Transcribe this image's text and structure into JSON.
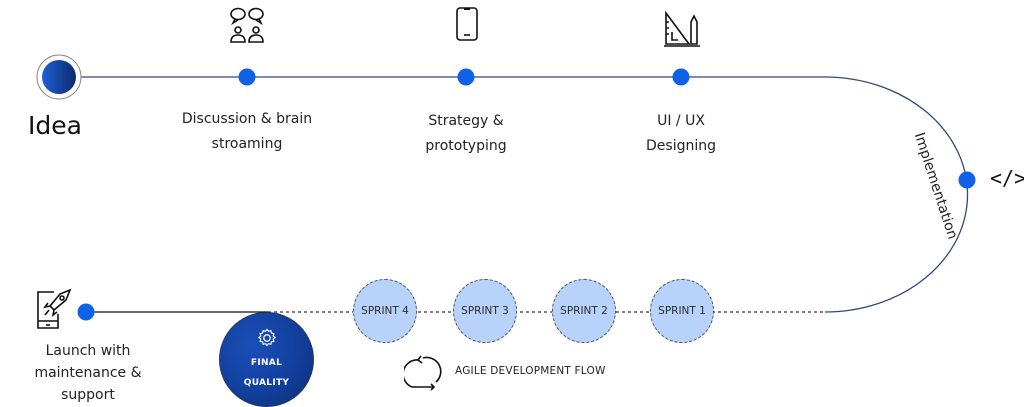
{
  "diagram": {
    "title": "App development process",
    "start": {
      "label": "Idea"
    },
    "stages": [
      {
        "id": "discussion",
        "icon": "discussion-people-icon",
        "line1": "Discussion & brain",
        "line2": "stroaming"
      },
      {
        "id": "strategy",
        "icon": "smartphone-icon",
        "line1": "Strategy &",
        "line2": "prototyping"
      },
      {
        "id": "design",
        "icon": "ruler-pencil-icon",
        "line1": "UI / UX",
        "line2": "Designing"
      }
    ],
    "implementation": {
      "label": "Implementation",
      "icon": "code-icon",
      "icon_text": "</>"
    },
    "sprints": [
      "SPRINT 4",
      "SPRINT 3",
      "SPRINT 2",
      "SPRINT 1"
    ],
    "agile": {
      "label": "AGILE DEVELOPMENT FLOW",
      "icon": "cycle-arrow-icon"
    },
    "final_quality": {
      "line1": "FINAL",
      "line2": "QUALITY",
      "icon": "gear-icon"
    },
    "launch": {
      "icon": "rocket-tablet-icon",
      "line1": "Launch with",
      "line2": "maintenance &",
      "line3": "support"
    },
    "colors": {
      "accent": "#0f62e8",
      "line": "#2c4a7a",
      "sprint_fill": "#b7d3fb",
      "final_fill": "#123f9c"
    }
  }
}
